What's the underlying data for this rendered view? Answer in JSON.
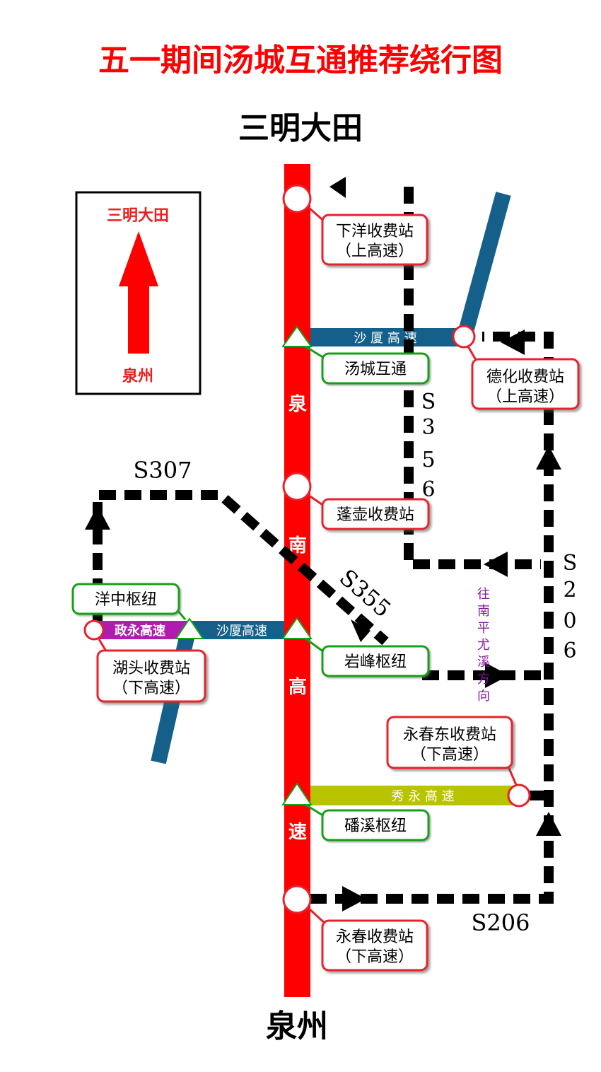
{
  "title": "五一期间汤城互通推荐绕行图",
  "direction_top": "三明大田",
  "direction_bottom": "泉州",
  "legend": {
    "top_label": "三明大田",
    "bottom_label": "泉州"
  },
  "main_highway": {
    "name_chars": [
      "泉",
      "南",
      "高",
      "速"
    ],
    "color": "#ff0000"
  },
  "highways": {
    "shaxia_east": "沙 厦 高 速",
    "shaxia_west": "沙厦高速",
    "zhengyong": "政永高速",
    "xiuyong": "秀 永 高 速"
  },
  "nodes": {
    "xiayang": {
      "line1": "下洋收费站",
      "line2": "（上高速）"
    },
    "tangcheng": {
      "line1": "汤城互通"
    },
    "dehua": {
      "line1": "德化收费站",
      "line2": "（上高速）"
    },
    "penghu": {
      "line1": "蓬壶收费站"
    },
    "yangzhong": {
      "line1": "洋中枢纽"
    },
    "hutou": {
      "line1": "湖头收费站",
      "line2": "（下高速）"
    },
    "yanfeng": {
      "line1": "岩峰枢纽"
    },
    "yongchun_east": {
      "line1": "永春东收费站",
      "line2": "（下高速）"
    },
    "fanxi": {
      "line1": "磻溪枢纽"
    },
    "yongchun": {
      "line1": "永春收费站",
      "line2": "（下高速）"
    }
  },
  "roads": {
    "s307": "S307",
    "s355": "S355",
    "s356_chars": [
      "S",
      "3",
      "5",
      "6"
    ],
    "s206_right_chars": [
      "S",
      "2",
      "0",
      "6"
    ],
    "s206_bottom": "S206"
  },
  "nanping_chars": [
    "往",
    "南",
    "平",
    "尤",
    "溪",
    "方",
    "向"
  ],
  "colors": {
    "accent_red": "#ff0000",
    "label_border_red": "#e8202a",
    "label_border_green": "#16a018",
    "highway_blue": "#14608a",
    "zhengyong_purple": "#b01cb0",
    "xiuyong_olive": "#b8c400",
    "detour_black": "#000000",
    "nanping_purple": "#8a1aa0"
  }
}
